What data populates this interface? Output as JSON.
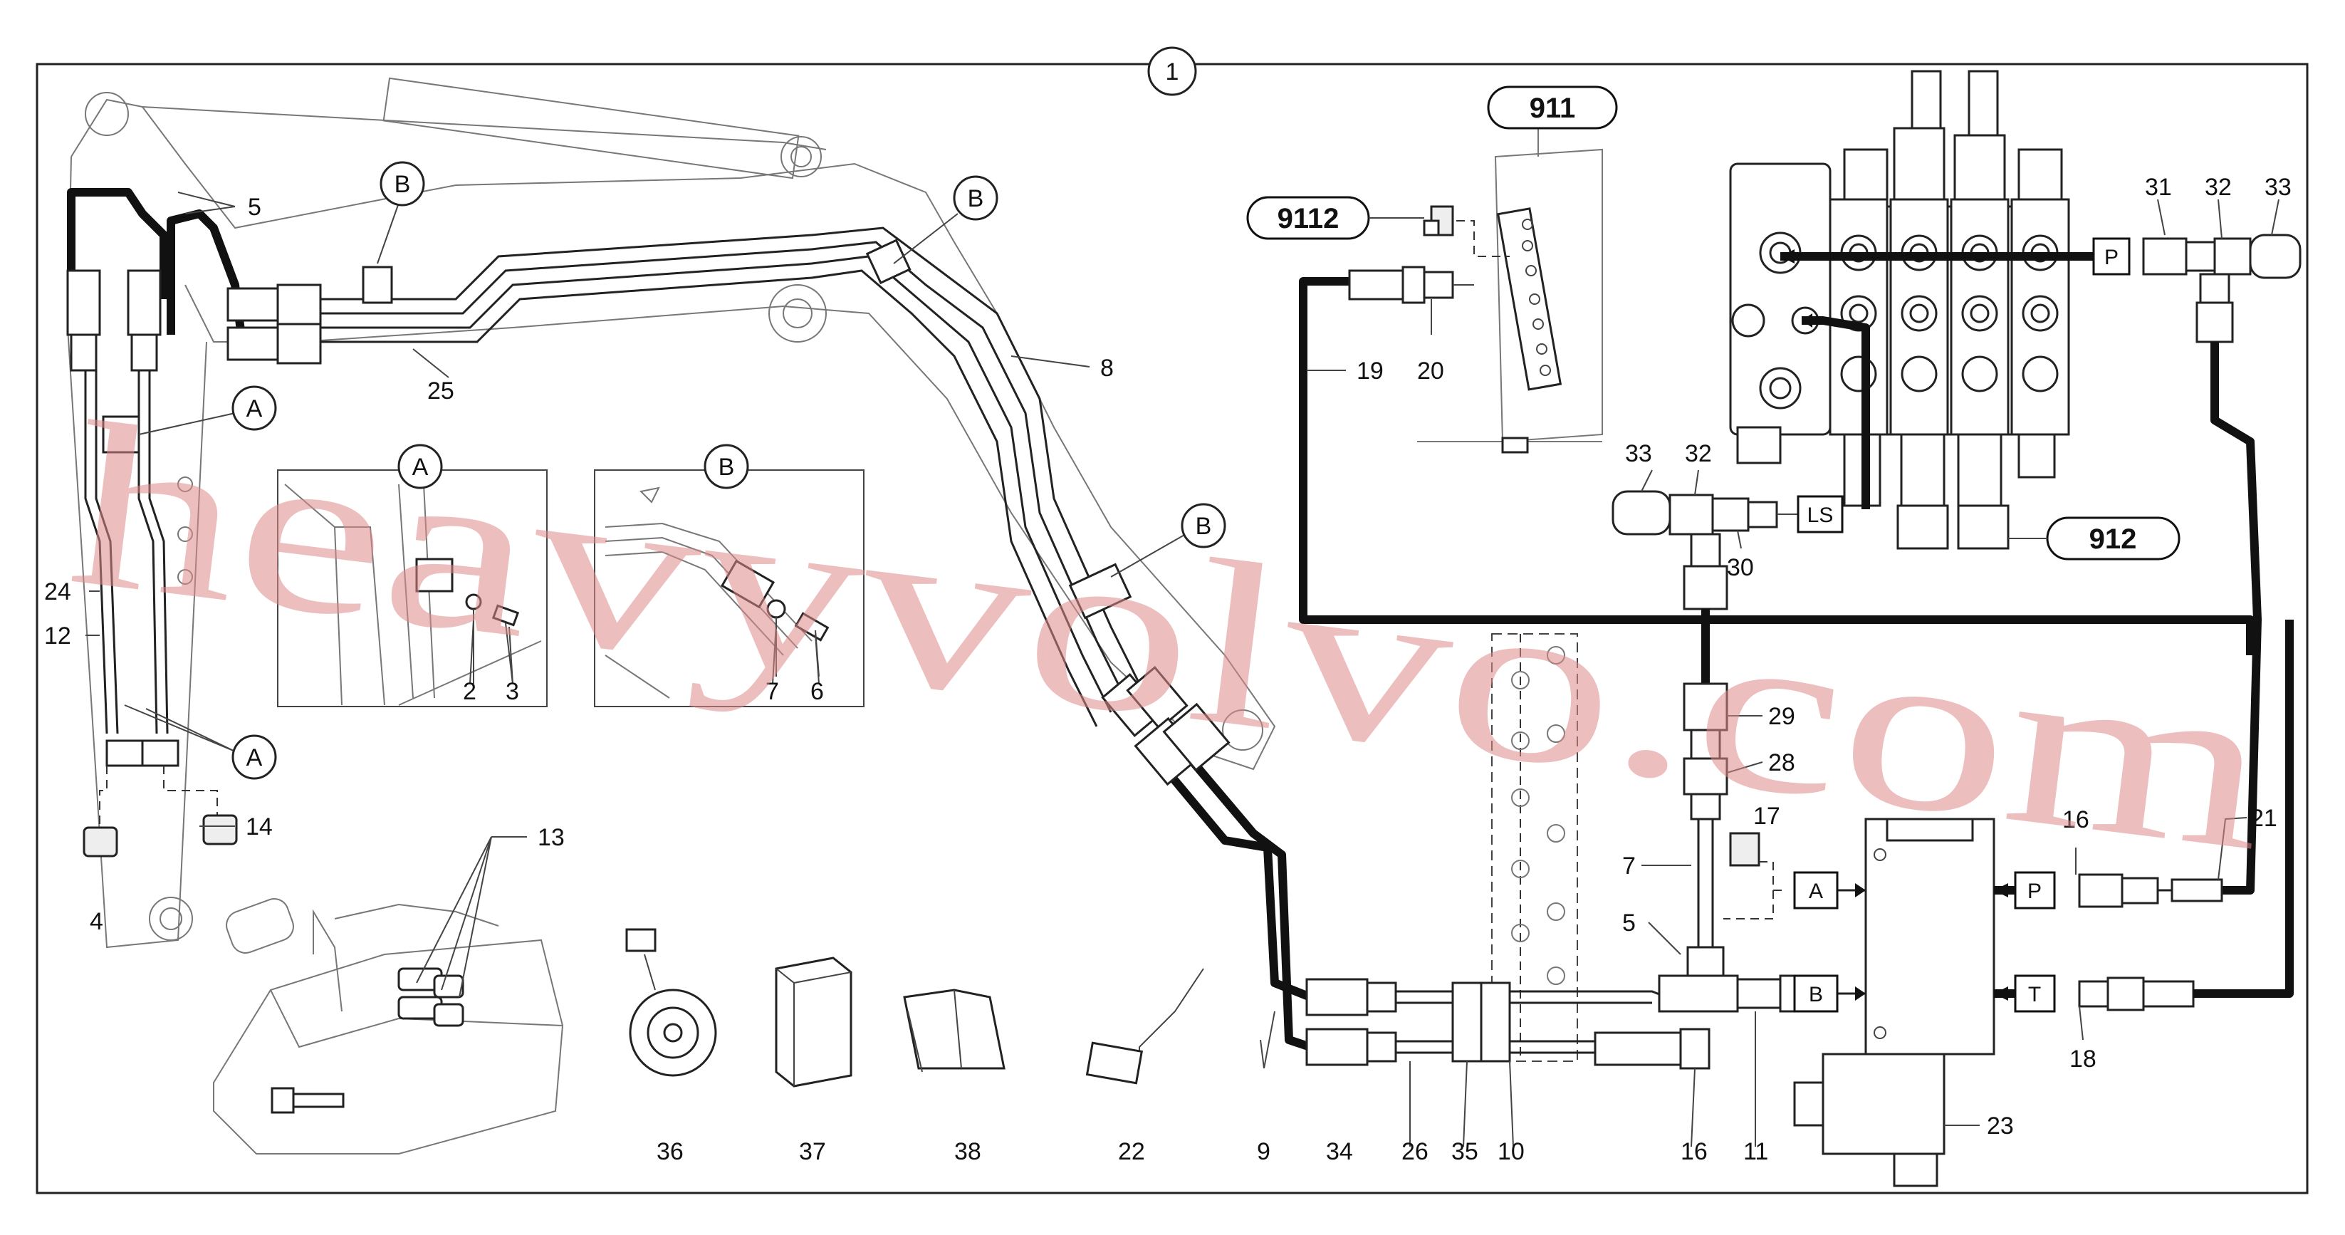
{
  "frame_title": "1",
  "headers": {
    "h911": "911",
    "h9112": "9112",
    "h912": "912"
  },
  "details": {
    "detailA": "A",
    "detailB": "B"
  },
  "ports": {
    "P_top": "P",
    "LS": "LS",
    "A": "A",
    "B": "B",
    "P_right": "P",
    "T": "T"
  },
  "callouts": {
    "c5a": "5",
    "c25": "25",
    "c8": "8",
    "c24": "24",
    "c12": "12",
    "c2": "2",
    "c3": "3",
    "c7a": "7",
    "c6": "6",
    "c4": "4",
    "c14": "14",
    "c13": "13",
    "c19": "19",
    "c20": "20",
    "c31": "31",
    "c32a": "32",
    "c33a": "33",
    "c33b": "33",
    "c32b": "32",
    "c30": "30",
    "c29": "29",
    "c28": "28",
    "c17": "17",
    "c7b": "7",
    "c5b": "5",
    "c16a": "16",
    "c21": "21",
    "c18": "18",
    "c23": "23",
    "c36": "36",
    "c37": "37",
    "c38": "38",
    "c22": "22",
    "c9": "9",
    "c34": "34",
    "c26": "26",
    "c35": "35",
    "c10": "10",
    "c16b": "16",
    "c11": "11"
  },
  "circle_labels": {
    "A1": "A",
    "A2": "A",
    "B1": "B",
    "B2": "B",
    "B3": "B"
  },
  "watermark": "heavyvolvo.com",
  "colors": {
    "line": "#111111",
    "watermark": "#e08a8a",
    "background": "#ffffff"
  }
}
